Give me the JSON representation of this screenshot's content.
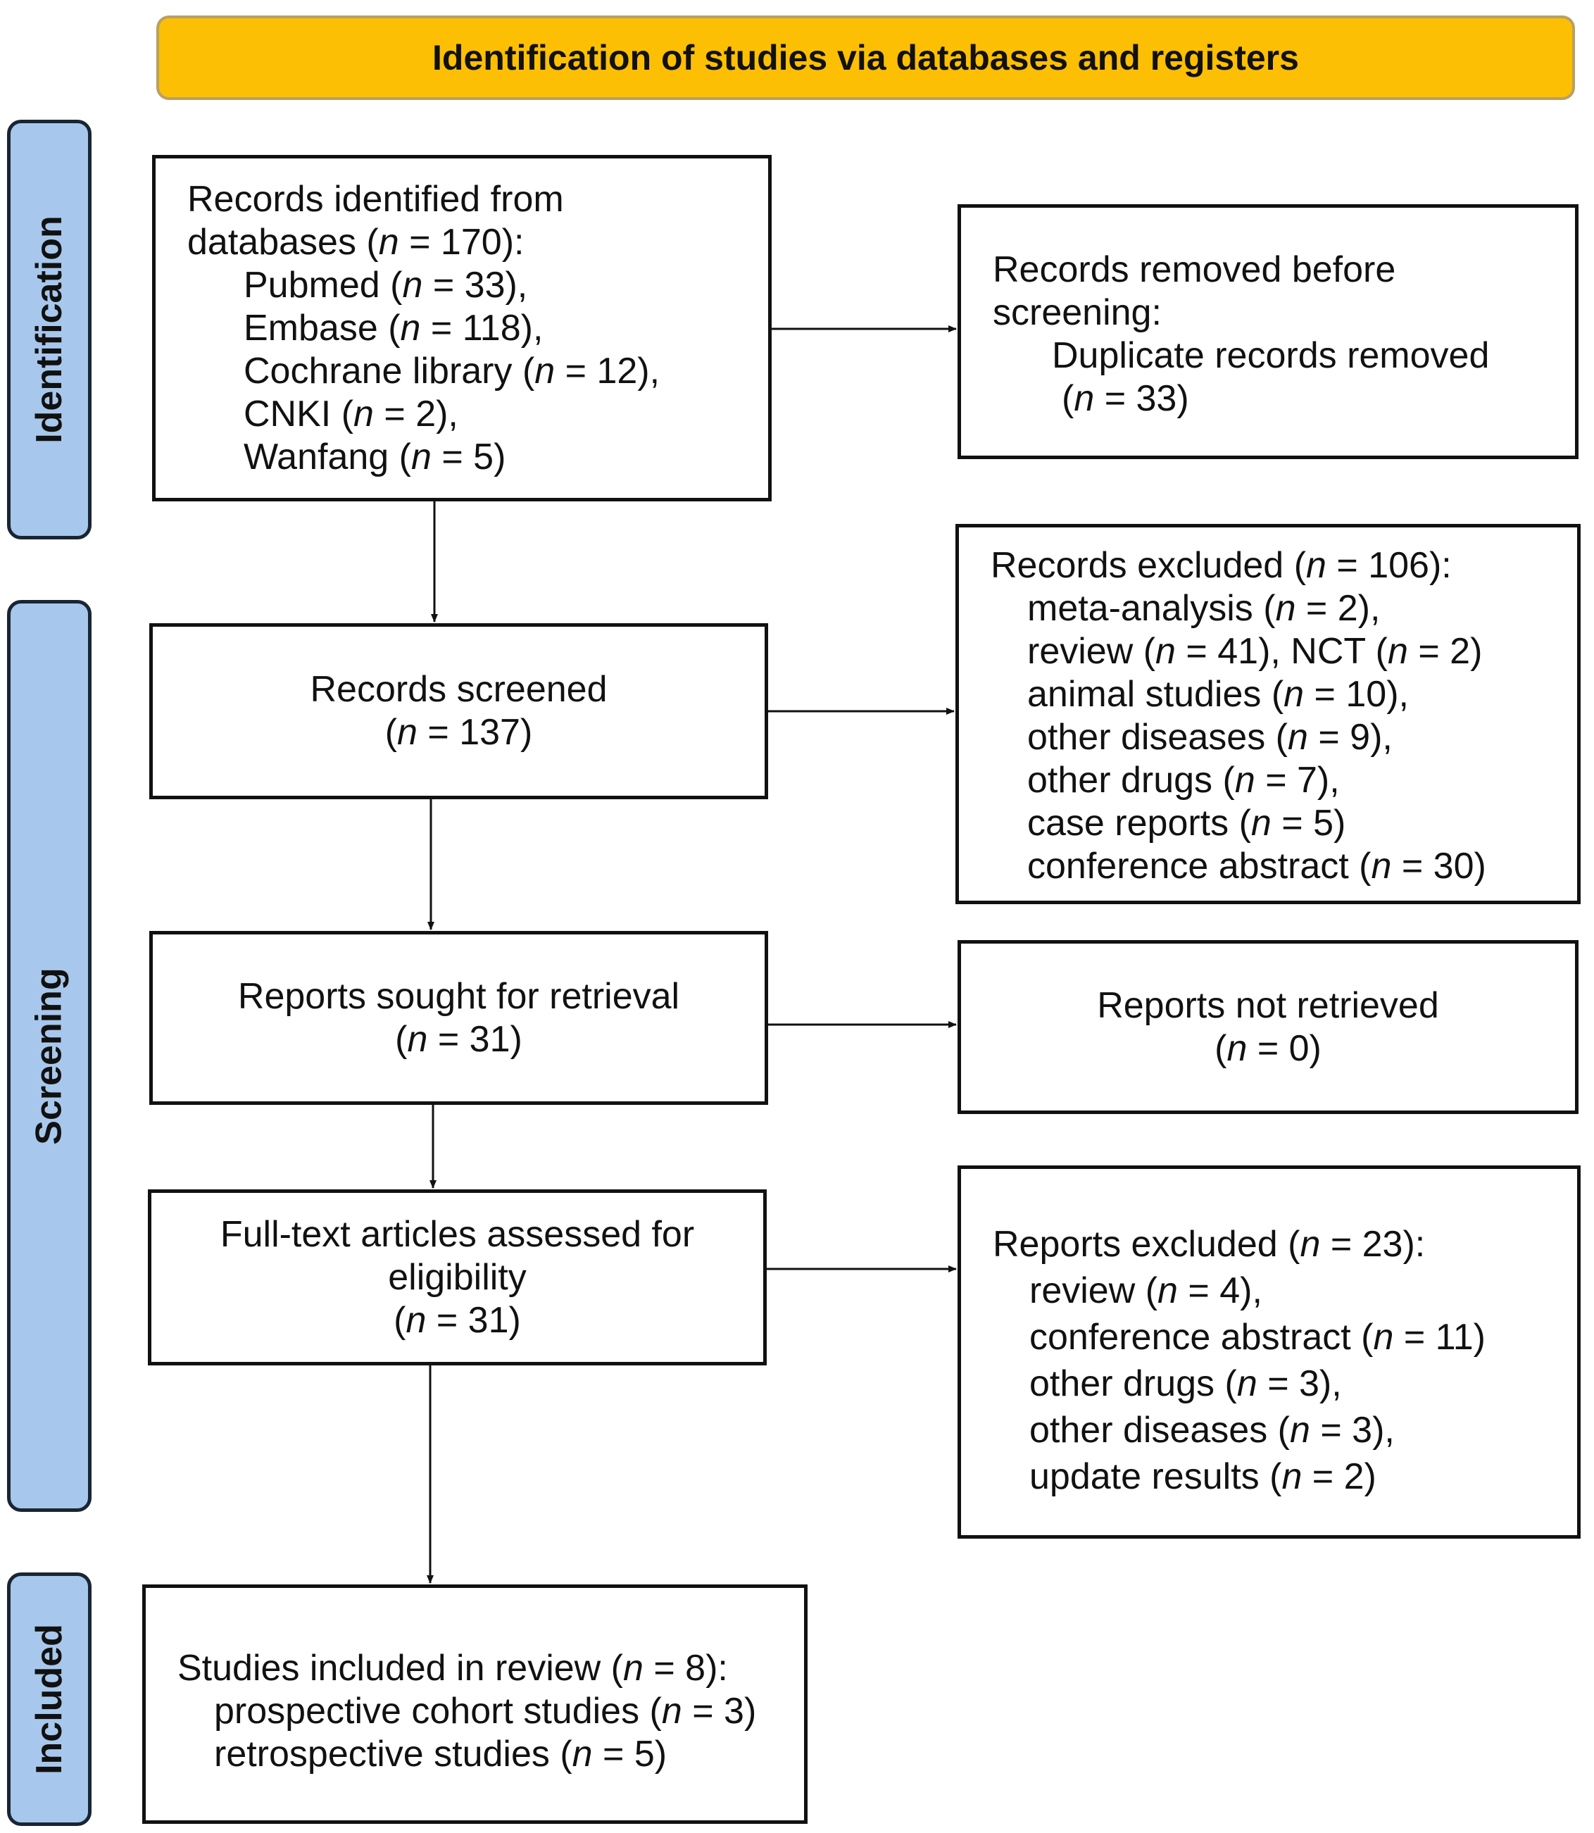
{
  "banner": {
    "title": "Identification of studies via databases and registers"
  },
  "phases": {
    "identification": "Identification",
    "screening": "Screening",
    "included": "Included"
  },
  "boxes": {
    "records_identified": {
      "line1": "Records identified from",
      "line2": "databases (n = 170):",
      "items": [
        "Pubmed (n = 33),",
        "Embase (n = 118),",
        "Cochrane library (n = 12),",
        "CNKI (n = 2),",
        "Wanfang (n = 5)"
      ]
    },
    "records_removed": {
      "line1": "Records removed before",
      "line2": "screening:",
      "line3": "Duplicate records removed",
      "line4": "(n = 33)"
    },
    "records_screened": {
      "line1": "Records screened",
      "line2": "(n = 137)"
    },
    "records_excluded": {
      "line1": "Records excluded (n = 106):",
      "items": [
        "meta-analysis (n = 2),",
        "review (n = 41), NCT (n = 2)",
        "animal studies (n = 10),",
        "other diseases (n = 9),",
        "other drugs (n = 7),",
        "case reports (n = 5)",
        "conference abstract (n = 30)"
      ]
    },
    "reports_sought": {
      "line1": "Reports sought for retrieval",
      "line2": "(n = 31)"
    },
    "reports_not_retrieved": {
      "line1": "Reports not retrieved",
      "line2": "(n = 0)"
    },
    "fulltext_assessed": {
      "line1": "Full-text articles assessed for",
      "line2": "eligibility",
      "line3": "(n = 31)"
    },
    "reports_excluded": {
      "line1": "Reports excluded (n = 23):",
      "items": [
        "review (n = 4),",
        "conference abstract (n = 11)",
        "other drugs (n = 3),",
        "other diseases (n = 3),",
        "update results (n = 2)"
      ]
    },
    "studies_included": {
      "line1": "Studies included in review (n = 8):",
      "items": [
        "prospective cohort studies (n = 3)",
        "retrospective studies (n = 5)"
      ]
    }
  }
}
